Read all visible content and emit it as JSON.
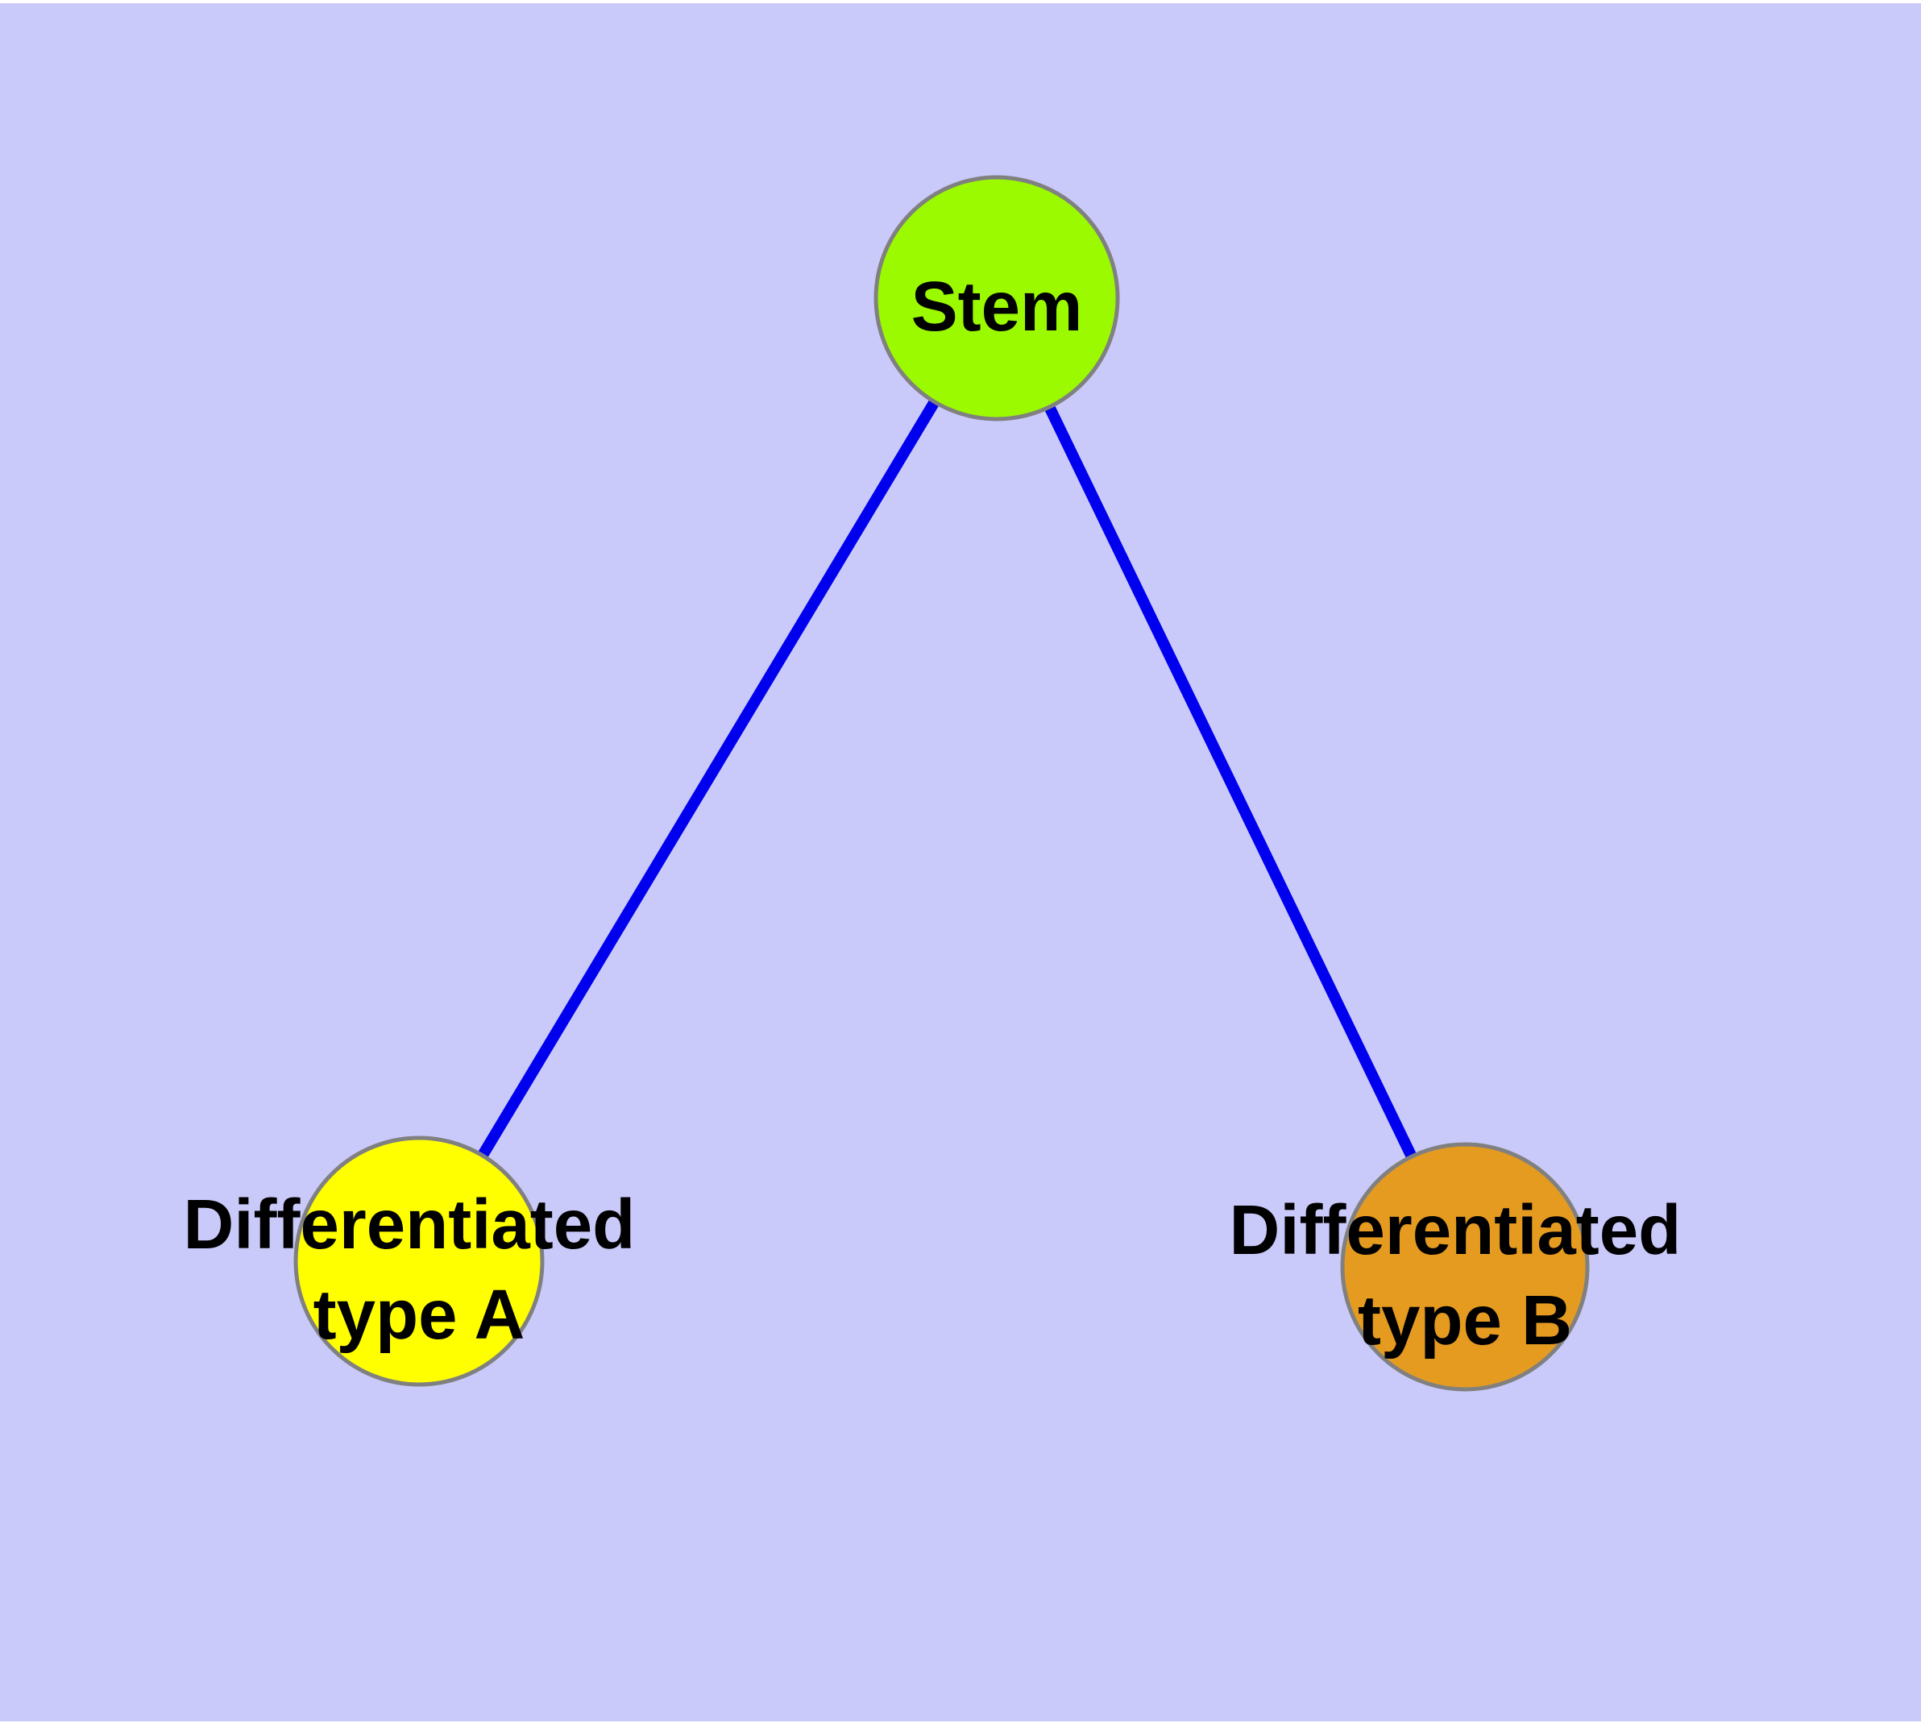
{
  "diagram": {
    "background_color": "#cacafa",
    "margin_color": "#ffffff",
    "edge_color": "#0000ee",
    "node_border_color": "#808080",
    "label_color": "#000000",
    "nodes": [
      {
        "id": "stem",
        "label": "Stem",
        "color": "#9bfa00"
      },
      {
        "id": "type-a",
        "label_line1": "Differentiated",
        "label_line2": "type A",
        "color": "#ffff00"
      },
      {
        "id": "type-b",
        "label_line1": "Differentiated",
        "label_line2": "type B",
        "color": "#e59b20"
      }
    ],
    "edges": [
      {
        "from": "stem",
        "to": "type-a"
      },
      {
        "from": "stem",
        "to": "type-b"
      }
    ]
  }
}
